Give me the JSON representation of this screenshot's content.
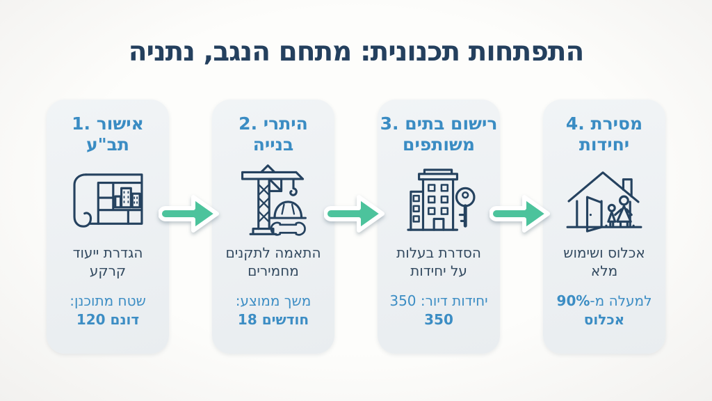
{
  "title": "התפתחות תכנונית: מתחם הנגב, נתניה",
  "colors": {
    "title_navy": "#24405e",
    "step_header_blue": "#3a8cc3",
    "stat_blue": "#3c8dc4",
    "description_navy": "#32495f",
    "icon_navy": "#25425f",
    "arrow_green": "#4cc39c",
    "card_background": "#edf0f3"
  },
  "steps": [
    {
      "header_lines": [
        "1. אישור",
        "תב\"ע"
      ],
      "icon": "blueprint-plan-icon",
      "description_lines": [
        "הגדרת ייעוד",
        "קרקע"
      ],
      "stat": {
        "line1": "שטח מתוכנן:",
        "line1_bold": "",
        "line2": "120 דונם"
      }
    },
    {
      "header_lines": [
        "2. היתרי",
        "בנייה"
      ],
      "icon": "construction-crane-icon",
      "description_lines": [
        "התאמה לתקנים",
        "מחמירים"
      ],
      "stat": {
        "line1": "משך ממוצע:",
        "line1_bold": "",
        "line2": "18 חודשים"
      }
    },
    {
      "header_lines": [
        "3. רישום בתים",
        "משותפים"
      ],
      "icon": "building-key-icon",
      "description_lines": [
        "הסדרת בעלות",
        "על יחידות"
      ],
      "stat": {
        "line1": "יחידות דיור: 350",
        "line1_bold": "",
        "line2": "350"
      }
    },
    {
      "header_lines": [
        "4. מסירת",
        "יחידות"
      ],
      "icon": "house-family-icon",
      "description_lines": [
        "אכלוס ושימוש",
        "מלא"
      ],
      "stat": {
        "line1": "למעלה מ-",
        "line1_bold": "90%",
        "line2": "אכלוס"
      }
    }
  ]
}
